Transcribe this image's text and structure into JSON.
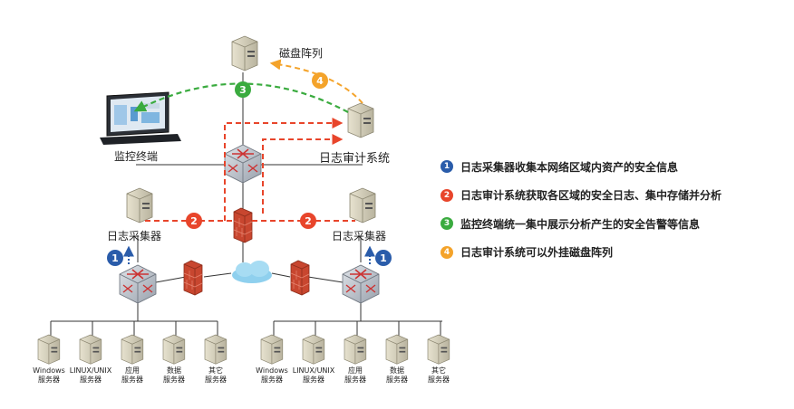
{
  "labels": {
    "disk_array": "磁盘阵列",
    "monitor_terminal": "监控终端",
    "audit_system": "日志审计系统",
    "collector_left": "日志采集器",
    "collector_right": "日志采集器"
  },
  "server_groups": [
    {
      "side": "left",
      "servers": [
        {
          "line1": "Windows",
          "line2": "服务器"
        },
        {
          "line1": "LINUX/UNIX",
          "line2": "服务器"
        },
        {
          "line1": "应用",
          "line2": "服务器"
        },
        {
          "line1": "数据",
          "line2": "服务器"
        },
        {
          "line1": "其它",
          "line2": "服务器"
        }
      ]
    },
    {
      "side": "right",
      "servers": [
        {
          "line1": "Windows",
          "line2": "服务器"
        },
        {
          "line1": "LINUX/UNIX",
          "line2": "服务器"
        },
        {
          "line1": "应用",
          "line2": "服务器"
        },
        {
          "line1": "数据",
          "line2": "服务器"
        },
        {
          "line1": "其它",
          "line2": "服务器"
        }
      ]
    }
  ],
  "steps": {
    "s1": "1",
    "s2": "2",
    "s3": "3",
    "s4": "4"
  },
  "legend": [
    {
      "num": "1",
      "color": "#2a5caa",
      "text": "日志采集器收集本网络区域内资产的安全信息"
    },
    {
      "num": "2",
      "color": "#e8452b",
      "text": "日志审计系统获取各区域的安全日志、集中存储并分析"
    },
    {
      "num": "3",
      "color": "#3aab3f",
      "text": "监控终端统一集中展示分析产生的安全告警等信息"
    },
    {
      "num": "4",
      "color": "#f4a32a",
      "text": "日志审计系统可以外挂磁盘阵列"
    }
  ],
  "colors": {
    "blue": "#2a5caa",
    "red": "#e8452b",
    "green": "#3aab3f",
    "orange": "#f4a32a"
  }
}
